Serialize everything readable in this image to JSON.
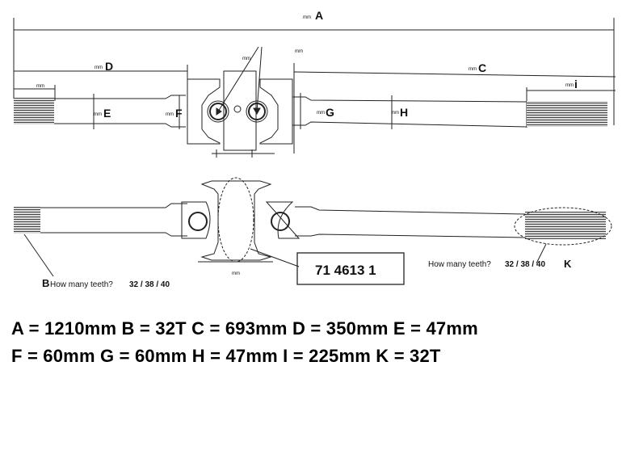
{
  "dimensions": {
    "unit": "mm",
    "A": "A",
    "C": "C",
    "D": "D",
    "E": "E",
    "F": "F",
    "G": "G",
    "H": "H",
    "I": "i",
    "B": "B",
    "K": "K"
  },
  "part_number": "71 4613 1",
  "teeth_question": "How many teeth?",
  "teeth_options": "32 / 38 / 40",
  "summary": {
    "line1": "A = 1210mm B = 32T C = 693mm D = 350mm E = 47mm",
    "line2": "F = 60mm G = 60mm H = 47mm I = 225mm K = 32T"
  }
}
